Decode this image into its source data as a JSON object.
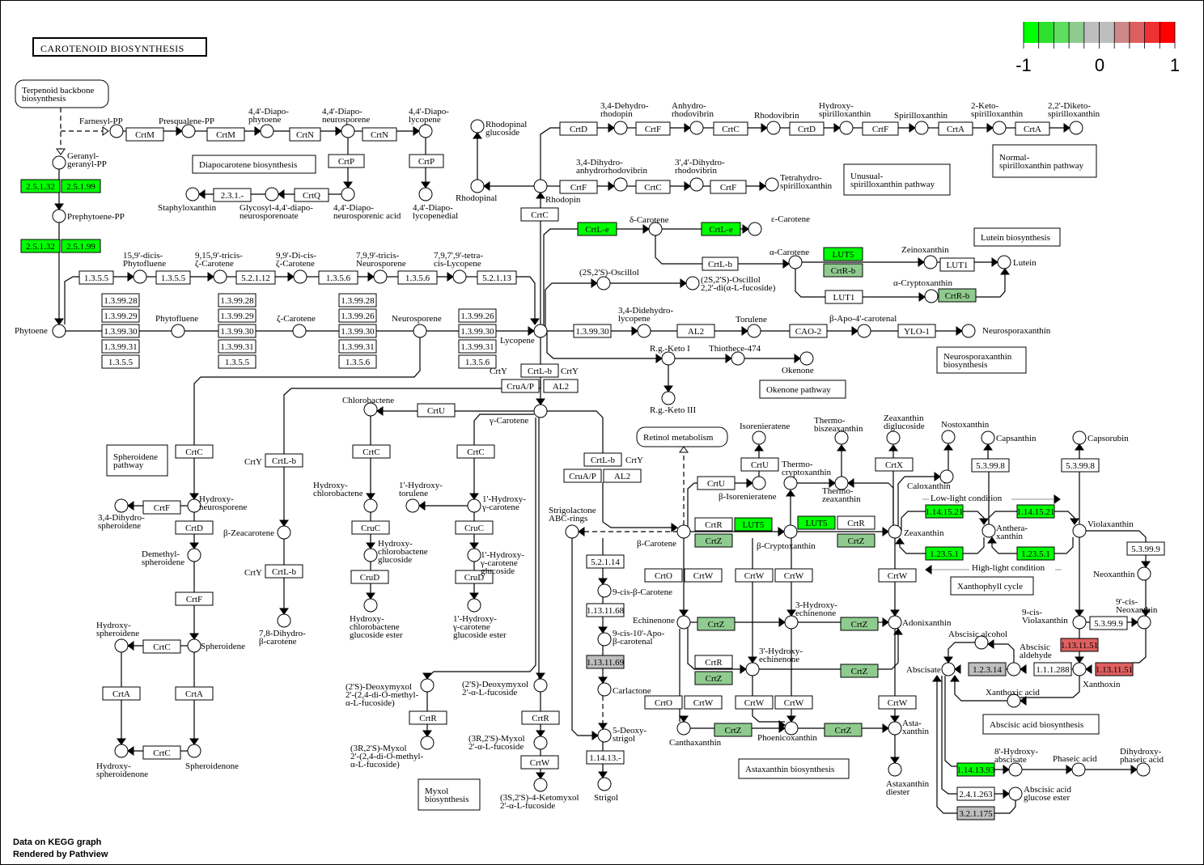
{
  "title": "CAROTENOID BIOSYNTHESIS",
  "footer": {
    "line1": "Data on KEGG graph",
    "line2": "Rendered by Pathview"
  },
  "legend": {
    "colors": [
      "#00FF00",
      "#30E030",
      "#5EDD5E",
      "#8FCB8F",
      "#BEBEBE",
      "#BEBEBE",
      "#CE8888",
      "#DE5F5F",
      "#EF3030",
      "#FF0000"
    ],
    "labels": [
      "-1",
      "0",
      "1"
    ]
  },
  "colors": {
    "strong_green": "#00FF00",
    "light_green": "#8FCB8F",
    "gray": "#BEBEBE",
    "red": "#DE5F5F",
    "white": "#FFFFFF"
  },
  "pathway_links": [
    {
      "id": "terpenoid",
      "label": "Terpenoid backbone\nbiosynthesis",
      "rounded": true
    },
    {
      "id": "diapocarotene",
      "label": "Diapocarotene biosynthesis"
    },
    {
      "id": "unusual",
      "label": "Unusual-\nspirilloxanthin pathway"
    },
    {
      "id": "normal",
      "label": "Normal-\nspirilloxanthin pathway"
    },
    {
      "id": "lutein",
      "label": "Lutein biosynthesis"
    },
    {
      "id": "neurospora",
      "label": "Neurosporaxanthin\nbiosynthesis"
    },
    {
      "id": "okenone",
      "label": "Okenone pathway"
    },
    {
      "id": "spheroidene",
      "label": "Spheroidene\npathway"
    },
    {
      "id": "retinol",
      "label": "Retinol metabolism",
      "rounded": true
    },
    {
      "id": "xanthophyll",
      "label": "Xanthophyll cycle"
    },
    {
      "id": "astaxanthin",
      "label": "Astaxanthin biosynthesis"
    },
    {
      "id": "abscisic",
      "label": "Abscisic acid biosynthesis"
    },
    {
      "id": "myxol",
      "label": "Myxol\nbiosynthesis"
    }
  ],
  "enzymes": [
    {
      "label": "2.5.1.32",
      "color": "strong_green"
    },
    {
      "label": "2.5.1.99",
      "color": "strong_green"
    },
    {
      "label": "2.5.1.32",
      "color": "strong_green"
    },
    {
      "label": "2.5.1.99",
      "color": "strong_green"
    },
    {
      "label": "CrtM",
      "color": "white"
    },
    {
      "label": "CrtM",
      "color": "white"
    },
    {
      "label": "CrtN",
      "color": "white"
    },
    {
      "label": "CrtN",
      "color": "white"
    },
    {
      "label": "CrtP",
      "color": "white"
    },
    {
      "label": "CrtP",
      "color": "white"
    },
    {
      "label": "CrtQ",
      "color": "white"
    },
    {
      "label": "2.3.1.-",
      "color": "white"
    },
    {
      "label": "CrtD",
      "color": "white"
    },
    {
      "label": "CrtF",
      "color": "white"
    },
    {
      "label": "CrtC",
      "color": "white"
    },
    {
      "label": "CrtD",
      "color": "white"
    },
    {
      "label": "CrtF",
      "color": "white"
    },
    {
      "label": "CrtA",
      "color": "white"
    },
    {
      "label": "CrtA",
      "color": "white"
    },
    {
      "label": "CrtF",
      "color": "white"
    },
    {
      "label": "CrtC",
      "color": "white"
    },
    {
      "label": "CrtF",
      "color": "white"
    },
    {
      "label": "CrtC",
      "color": "white"
    },
    {
      "label": "CrtL-e",
      "color": "strong_green"
    },
    {
      "label": "CrtL-e",
      "color": "strong_green"
    },
    {
      "label": "CrtL-b",
      "color": "white"
    },
    {
      "label": "LUT5",
      "color": "strong_green"
    },
    {
      "label": "CrtR-b",
      "color": "light_green"
    },
    {
      "label": "LUT1",
      "color": "white"
    },
    {
      "label": "LUT1",
      "color": "white"
    },
    {
      "label": "CrtR-b",
      "color": "light_green"
    },
    {
      "label": "1.3.5.5",
      "color": "white"
    },
    {
      "label": "1.3.5.5",
      "color": "white"
    },
    {
      "label": "5.2.1.12",
      "color": "white"
    },
    {
      "label": "1.3.5.6",
      "color": "white"
    },
    {
      "label": "1.3.5.6",
      "color": "white"
    },
    {
      "label": "5.2.1.13",
      "color": "white"
    },
    {
      "label": "1.3.99.28",
      "color": "white"
    },
    {
      "label": "1.3.99.29",
      "color": "white"
    },
    {
      "label": "1.3.99.30",
      "color": "white"
    },
    {
      "label": "1.3.99.31",
      "color": "white"
    },
    {
      "label": "1.3.5.5",
      "color": "white"
    },
    {
      "label": "1.3.99.28",
      "color": "white"
    },
    {
      "label": "1.3.99.29",
      "color": "white"
    },
    {
      "label": "1.3.99.30",
      "color": "white"
    },
    {
      "label": "1.3.99.31",
      "color": "white"
    },
    {
      "label": "1.3.5.5",
      "color": "white"
    },
    {
      "label": "1.3.99.28",
      "color": "white"
    },
    {
      "label": "1.3.99.26",
      "color": "white"
    },
    {
      "label": "1.3.99.30",
      "color": "white"
    },
    {
      "label": "1.3.99.31",
      "color": "white"
    },
    {
      "label": "1.3.5.6",
      "color": "white"
    },
    {
      "label": "1.3.99.26",
      "color": "white"
    },
    {
      "label": "1.3.99.30",
      "color": "white"
    },
    {
      "label": "1.3.99.31",
      "color": "white"
    },
    {
      "label": "1.3.5.6",
      "color": "white"
    },
    {
      "label": "1.3.99.30",
      "color": "white"
    },
    {
      "label": "AL2",
      "color": "white"
    },
    {
      "label": "CAO-2",
      "color": "white"
    },
    {
      "label": "YLO-1",
      "color": "white"
    },
    {
      "label": "CrtL-b",
      "color": "white"
    },
    {
      "label": "CruA/P",
      "color": "white"
    },
    {
      "label": "AL2",
      "color": "white"
    },
    {
      "label": "CrtU",
      "color": "white"
    },
    {
      "label": "CrtC",
      "color": "white"
    },
    {
      "label": "CrtC",
      "color": "white"
    },
    {
      "label": "CruC",
      "color": "white"
    },
    {
      "label": "CruC",
      "color": "white"
    },
    {
      "label": "CruD",
      "color": "white"
    },
    {
      "label": "CruD",
      "color": "white"
    },
    {
      "label": "CrtC",
      "color": "white"
    },
    {
      "label": "CrtF",
      "color": "white"
    },
    {
      "label": "CrtD",
      "color": "white"
    },
    {
      "label": "CrtF",
      "color": "white"
    },
    {
      "label": "CrtC",
      "color": "white"
    },
    {
      "label": "CrtA",
      "color": "white"
    },
    {
      "label": "CrtA",
      "color": "white"
    },
    {
      "label": "CrtC",
      "color": "white"
    },
    {
      "label": "CrtL-b",
      "color": "white"
    },
    {
      "label": "CrtL-b",
      "color": "white"
    },
    {
      "label": "CrtL-b",
      "color": "white"
    },
    {
      "label": "CruA/P",
      "color": "white"
    },
    {
      "label": "AL2",
      "color": "white"
    },
    {
      "label": "CrtU",
      "color": "white"
    },
    {
      "label": "CrtU",
      "color": "white"
    },
    {
      "label": "CrtX",
      "color": "white"
    },
    {
      "label": "CrtR",
      "color": "white"
    },
    {
      "label": "LUT5",
      "color": "strong_green"
    },
    {
      "label": "CrtZ",
      "color": "light_green"
    },
    {
      "label": "LUT5",
      "color": "strong_green"
    },
    {
      "label": "CrtR",
      "color": "white"
    },
    {
      "label": "CrtZ",
      "color": "light_green"
    },
    {
      "label": "5.2.1.14",
      "color": "white"
    },
    {
      "label": "1.13.11.68",
      "color": "white"
    },
    {
      "label": "1.13.11.69",
      "color": "gray"
    },
    {
      "label": "1.14.13.-",
      "color": "white"
    },
    {
      "label": "CrtO",
      "color": "white"
    },
    {
      "label": "CrtW",
      "color": "white"
    },
    {
      "label": "CrtW",
      "color": "white"
    },
    {
      "label": "CrtW",
      "color": "white"
    },
    {
      "label": "CrtW",
      "color": "white"
    },
    {
      "label": "CrtZ",
      "color": "light_green"
    },
    {
      "label": "CrtZ",
      "color": "light_green"
    },
    {
      "label": "CrtR",
      "color": "white"
    },
    {
      "label": "CrtZ",
      "color": "light_green"
    },
    {
      "label": "CrtZ",
      "color": "light_green"
    },
    {
      "label": "CrtO",
      "color": "white"
    },
    {
      "label": "CrtW",
      "color": "white"
    },
    {
      "label": "CrtW",
      "color": "white"
    },
    {
      "label": "CrtW",
      "color": "white"
    },
    {
      "label": "CrtW",
      "color": "white"
    },
    {
      "label": "CrtZ",
      "color": "light_green"
    },
    {
      "label": "CrtZ",
      "color": "light_green"
    },
    {
      "label": "CrtR",
      "color": "white"
    },
    {
      "label": "CrtR",
      "color": "white"
    },
    {
      "label": "CrtW",
      "color": "white"
    },
    {
      "label": "5.3.99.8",
      "color": "white"
    },
    {
      "label": "5.3.99.8",
      "color": "white"
    },
    {
      "label": "1.14.15.21",
      "color": "strong_green"
    },
    {
      "label": "1.14.15.21",
      "color": "strong_green"
    },
    {
      "label": "1.23.5.1",
      "color": "strong_green"
    },
    {
      "label": "1.23.5.1",
      "color": "strong_green"
    },
    {
      "label": "5.3.99.9",
      "color": "white"
    },
    {
      "label": "5.3.99.9",
      "color": "white"
    },
    {
      "label": "1.13.11.51",
      "color": "red"
    },
    {
      "label": "1.13.11.51",
      "color": "red"
    },
    {
      "label": "1.1.1.288",
      "color": "white"
    },
    {
      "label": "1.2.3.14",
      "color": "gray"
    },
    {
      "label": "1.14.13.93",
      "color": "strong_green"
    },
    {
      "label": "2.4.1.263",
      "color": "white"
    },
    {
      "label": "3.2.1.175",
      "color": "gray"
    }
  ],
  "compounds": [
    "Farnesyl-PP",
    "Presqualene-PP",
    "4,4'-Diapo-\nphytoene",
    "4,4'-Diapo-\nneurosporene",
    "4,4'-Diapo-\nlycopene",
    "Geranyl-\ngeranyl-PP",
    "Prephytoene-PP",
    "Staphyloxanthin",
    "Glycosyl-4,4'-diapo-\nneurosporenoate",
    "4,4'-Diapo-\nneurosporenic acid",
    "4,4'-Diapo-\nlycopenedial",
    "Rhodopinal\nglucoside",
    "Rhodopinal",
    "Rhodopin",
    "3,4-Dehydro-\nrhodopin",
    "Anhydro-\nrhodovibrin",
    "Rhodovibrin",
    "Hydroxy-\nspirilloxanthin",
    "Spirilloxanthin",
    "2-Keto-\nspirilloxanthin",
    "2,2'-Diketo-\nspirilloxanthin",
    "3,4-Dihydro-\nanhydrorhodovibrin",
    "3',4'-Dihydro-\nrhodovibrin",
    "Tetrahydro-\nspirilloxanthin",
    "δ-Carotene",
    "ε-Carotene",
    "α-Carotene",
    "Zeinoxanthin",
    "Lutein",
    "α-Cryptoxanthin",
    "15,9'-dicis-\nPhytofluene",
    "9,15,9'-tricis-\nζ-Carotene",
    "9,9'-Di-cis-\nζ-Carotene",
    "7,9,9'-tricis-\nNeurosporene",
    "7,9,7',9'-tetra-\ncis-Lycopene",
    "Phytoene",
    "Phytofluene",
    "ζ-Carotene",
    "Neurosporene",
    "Lycopene",
    "(2S,2'S)-Oscillol",
    "(2S,2'S)-Oscillol\n2,2'-di(α-L-fucoside)",
    "3,4-Didehydro-\nlycopene",
    "Torulene",
    "β-Apo-4'-carotenal",
    "Neurosporaxanthin",
    "R.g.-Keto I",
    "Thiothece-474",
    "Okenone",
    "R.g.-Keto III",
    "Chlorobactene",
    "γ-Carotene",
    "1'-Hydroxy-\ntorulene",
    "Hydroxy-\nchlorobactene",
    "1'-Hydroxy-\nγ-carotene",
    "Hydroxy-\nchlorobactene\nglucoside",
    "1'-Hydroxy-\nγ-carotene\nglucoside",
    "Hydroxy-\nchlorobactene\nglucoside ester",
    "1'-Hydroxy-\nγ-carotene\nglucoside ester",
    "Hydroxy-\nneurosporene",
    "3,4-Dihydro-\nspheroidene",
    "Demethyl-\nspheroidene",
    "Spheroidene",
    "Hydroxy-\nspheroidene",
    "Hydroxy-\nspheroidenone",
    "Spheroidenone",
    "β-Zeacarotene",
    "7,8-Dihydro-\nβ-carotene",
    "(2'S)-Deoxymyxol\n2'-(2,4-di-O-methyl-\nα-L-fucoside)",
    "(3R,2'S)-Myxol\n2'-(2,4-di-O-methyl-\nα-L-fucoside)",
    "(2'S)-Deoxymyxol\n2'-α-L-fucoside",
    "(3R,2'S)-Myxol\n2'-α-L-fucoside",
    "(3S,2'S)-4-Ketomyxol\n2'-α-L-fucoside",
    "Strigolactone\nABC-rings",
    "β-Carotene",
    "9-cis-β-Carotene",
    "9-cis-10'-Apo-\nβ-carotenal",
    "Carlactone",
    "5-Deoxy-\nstrigol",
    "Strigol",
    "Isorenieratene",
    "β-Isorenieratene",
    "Thermo-\ncryptoxanthin",
    "Thermo-\nbiszeaxanthin",
    "Thermo-\nzeaxanthin",
    "Zeaxanthin\ndiglucoside",
    "Nostoxanthin",
    "Caloxanthin",
    "β-Cryptoxanthin",
    "Zeaxanthin",
    "Echinenone",
    "3-Hydroxy-\nechinenone",
    "Adonixanthin",
    "3'-Hydroxy-\nechinenone",
    "Canthaxanthin",
    "Phoenicoxanthin",
    "Asta-\nxanthin",
    "Astaxanthin\ndiester",
    "Capsanthin",
    "Capsorubin",
    "Anthera-\nxanthin",
    "Violaxanthin",
    "Neoxanthin",
    "9'-cis-\nNeoxanthin",
    "9-cis-\nViolaxanthin",
    "Xanthoxin",
    "Abscisic alcohol",
    "Abscisic\naldehyde",
    "Abscisate",
    "Xanthoxic acid",
    "8'-Hydroxy-\nabscisate",
    "Phaseic acid",
    "Dihydroxy-\nphaseic acid",
    "Abscisic acid\nglucose ester"
  ],
  "annotations": [
    "Low-light condition",
    "High-light condition",
    "CrtY",
    "CrtY",
    "CrtY",
    "CrtY",
    "CrtY"
  ]
}
